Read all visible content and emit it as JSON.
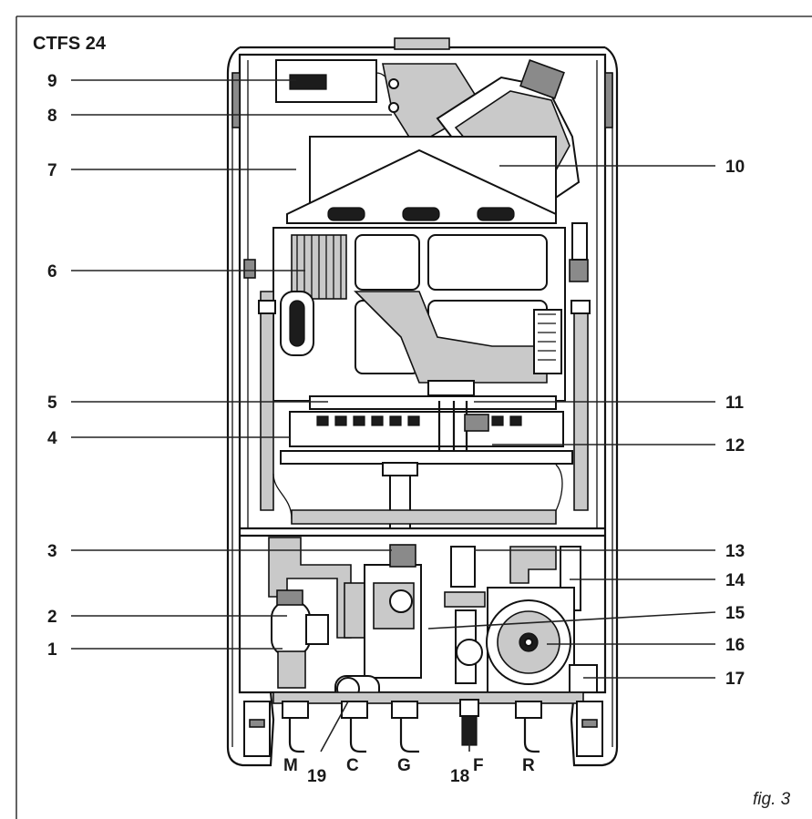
{
  "title": "CTFS 24",
  "figure_label": "fig. 3",
  "callouts": {
    "c1": "1",
    "c2": "2",
    "c3": "3",
    "c4": "4",
    "c5": "5",
    "c6": "6",
    "c7": "7",
    "c8": "8",
    "c9": "9",
    "c10": "10",
    "c11": "11",
    "c12": "12",
    "c13": "13",
    "c14": "14",
    "c15": "15",
    "c16": "16",
    "c17": "17",
    "c18": "18",
    "c19": "19"
  },
  "connections": {
    "M": "M",
    "C": "C",
    "G": "G",
    "F": "F",
    "R": "R"
  }
}
